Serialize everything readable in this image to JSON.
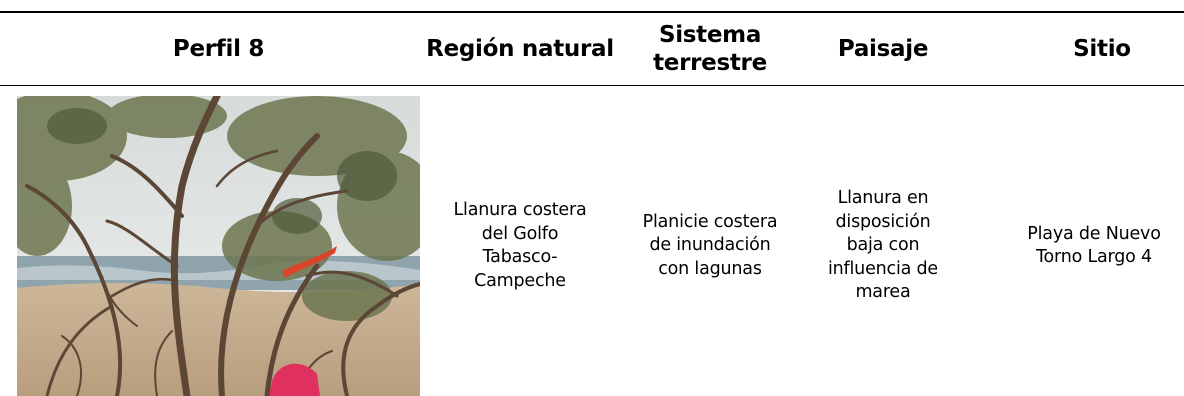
{
  "table": {
    "headers": {
      "perfil": "Perfil 8",
      "region": "Región natural",
      "sistema_l1": "Sistema",
      "sistema_l2": "terrestre",
      "paisaje": "Paisaje",
      "sitio": "Sitio"
    },
    "row": {
      "region": [
        "Llanura costera",
        "del Golfo",
        "Tabasco-",
        "Campeche"
      ],
      "sistema": [
        "Planicie costera",
        "de inundación",
        "con lagunas"
      ],
      "paisaje": [
        "Llanura en",
        "disposición",
        "baja con",
        "influencia de",
        "marea"
      ],
      "sitio": [
        "Playa de Nuevo",
        "Torno Largo 4"
      ]
    }
  },
  "colors": {
    "sky": "#e4e7e6",
    "sea": "#8fa4ad",
    "sand": "#c7ad8c",
    "branch": "#5c4636",
    "foliage": "#6d7650",
    "ribbon": "#d9452b",
    "bag": "#e0305d"
  }
}
